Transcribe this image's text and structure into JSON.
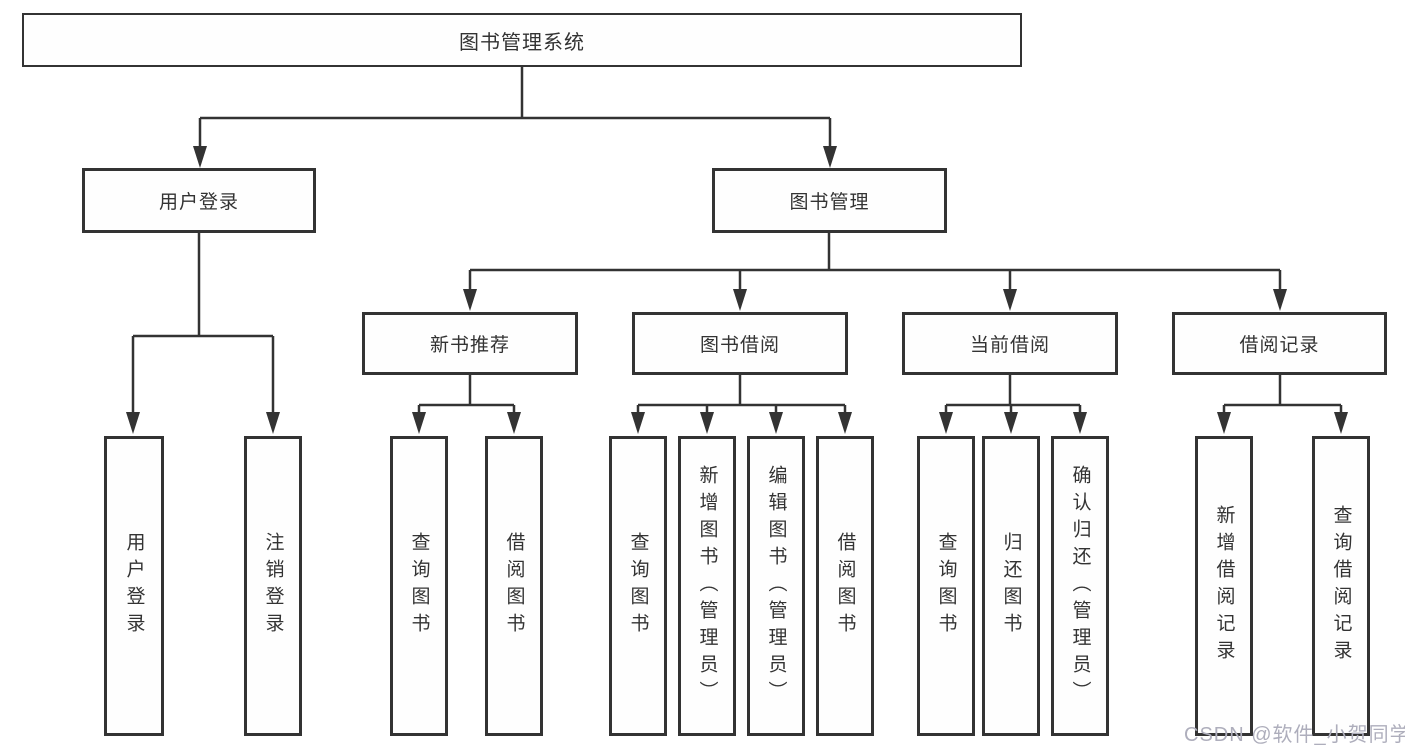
{
  "tree": {
    "root": {
      "label": "图书管理系统"
    },
    "branches": [
      {
        "label": "用户登录",
        "children": [
          {
            "label": "用户登录"
          },
          {
            "label": "注销登录"
          }
        ]
      },
      {
        "label": "图书管理",
        "children": [
          {
            "label": "新书推荐",
            "children": [
              {
                "label": "查询图书"
              },
              {
                "label": "借阅图书"
              }
            ]
          },
          {
            "label": "图书借阅",
            "children": [
              {
                "label": "查询图书"
              },
              {
                "label": "新增图书（管理员）"
              },
              {
                "label": "编辑图书（管理员）"
              },
              {
                "label": "借阅图书"
              }
            ]
          },
          {
            "label": "当前借阅",
            "children": [
              {
                "label": "查询图书"
              },
              {
                "label": "归还图书"
              },
              {
                "label": "确认归还（管理员）"
              }
            ]
          },
          {
            "label": "借阅记录",
            "children": [
              {
                "label": "新增借阅记录"
              },
              {
                "label": "查询借阅记录"
              }
            ]
          }
        ]
      }
    ]
  },
  "watermark": "CSDN @软件_小贺同学",
  "colors": {
    "line": "#333333",
    "box_border": "#333333",
    "text": "#333333",
    "background": "#ffffff",
    "watermark": "#aeaebc"
  }
}
